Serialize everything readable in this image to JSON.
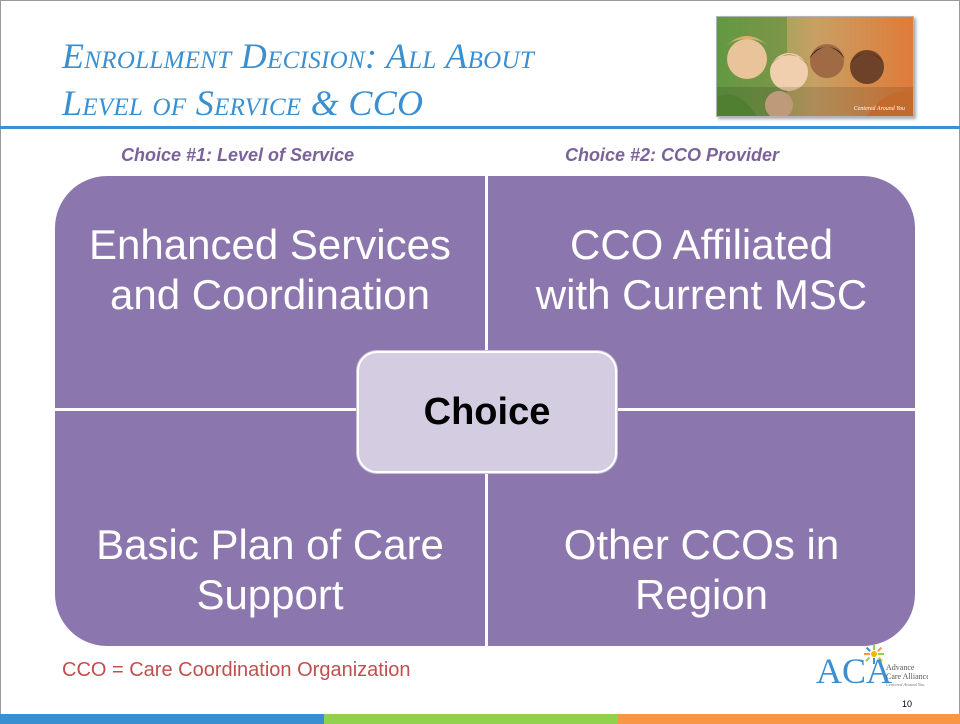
{
  "slide": {
    "title_line1": "Enrollment Decision: All About",
    "title_line2": "Level of Service & CCO",
    "choice1_label": "Choice #1: Level of Service",
    "choice2_label": "Choice #2: CCO Provider",
    "quadrants": {
      "top_left": [
        "Enhanced Services",
        "and Coordination"
      ],
      "top_right": [
        "CCO Affiliated",
        "with Current MSC"
      ],
      "bottom_left": [
        "Basic Plan of Care",
        "Support"
      ],
      "bottom_right": [
        "Other CCOs in",
        "Region"
      ]
    },
    "center_label": "Choice",
    "footnote": "CCO = Care Coordination Organization",
    "page_number": "10"
  },
  "photo": {
    "caption": "Centered Around You"
  },
  "logo": {
    "letters": "ACA",
    "line1": "Advance",
    "line2": "Care Alliance",
    "tagline": "Centered Around You"
  },
  "colors": {
    "title_blue": "#3a8fd1",
    "grid_purple": "#8c76ae",
    "label_purple": "#7b6399",
    "center_fill": "#d4cce0",
    "footnote_red": "#c0504d",
    "bar_blue": "#3a8fd1",
    "bar_green": "#92d050",
    "bar_orange": "#f79646"
  }
}
